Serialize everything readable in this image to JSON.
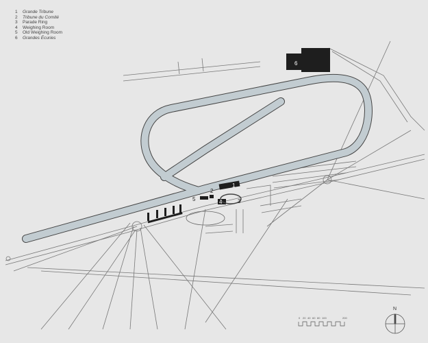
{
  "legend": [
    {
      "num": "1",
      "label": "Grande Tribune"
    },
    {
      "num": "2",
      "label": "Tribune du Comité"
    },
    {
      "num": "3",
      "label": "Parade Ring"
    },
    {
      "num": "4",
      "label": "Weighing Room"
    },
    {
      "num": "5",
      "label": "Old Weighing Room"
    },
    {
      "num": "6",
      "label": "Grandes Écuries"
    }
  ],
  "map_labels": [
    "1",
    "2",
    "3",
    "4",
    "5",
    "6"
  ],
  "scale": {
    "ticks": [
      "0",
      "20",
      "40",
      "60",
      "80",
      "100",
      "200"
    ]
  },
  "north": "N",
  "colors": {
    "background": "#e7e7e7",
    "track": "#c2ccd1",
    "outline": "#4a4a4a",
    "buildings": "#1e1e1e"
  }
}
